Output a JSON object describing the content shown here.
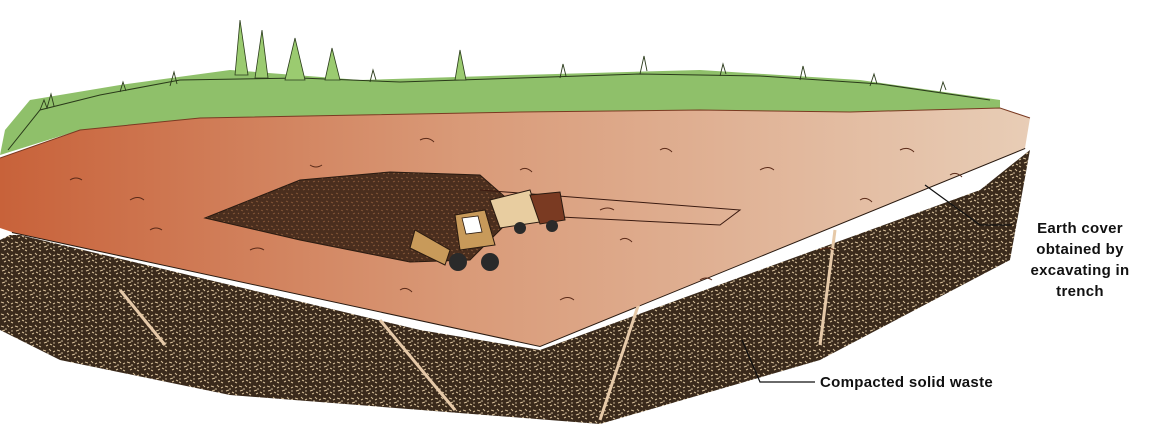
{
  "labels": {
    "earth_cover": [
      "Earth cover",
      "obtained by",
      "excavating in",
      "trench"
    ],
    "compacted_waste": "Compacted solid waste"
  },
  "colors": {
    "grass": "#8fc06a",
    "soil_left": "#c8623a",
    "soil_right": "#e0c2a6",
    "waste": "#3a2a1c",
    "waste_speck": "#d8c09a",
    "vehicle": "#c89a5a"
  }
}
